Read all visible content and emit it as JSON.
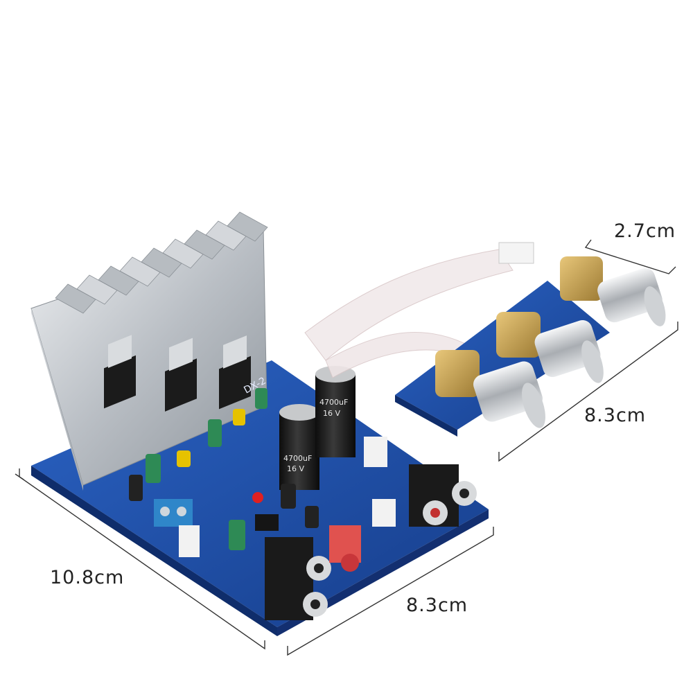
{
  "dimensions": {
    "main_board_width": "10.8cm",
    "main_board_depth": "8.3cm",
    "tone_board_width": "8.3cm",
    "tone_board_height": "2.7cm"
  },
  "board_markings": {
    "model": "DX-2",
    "capacitor_rating": "4700uF",
    "capacitor_voltage": "16 V"
  },
  "colors": {
    "pcb_blue": "#1f4fa8",
    "heatsink_silver": "#c9cdd2",
    "capacitor_black": "#1c1c1c",
    "knob_chrome": "#d8dadc",
    "terminal_blue": "#2f86c9",
    "rca_red": "#e0524f",
    "led_red": "#e02020",
    "dimension_line": "#333333"
  }
}
